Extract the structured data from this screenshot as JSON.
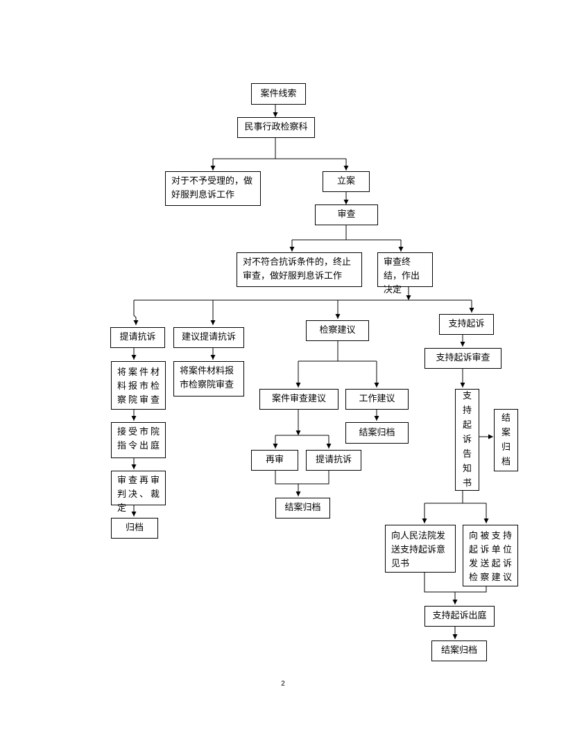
{
  "flowchart": {
    "case_clue": "案件线索",
    "civil_admin_section": "民事行政检察科",
    "not_accepted": "对于不予受理的，做好服判息诉工作",
    "file_case": "立案",
    "review": "审查",
    "not_meet_conditions": "对不符合抗诉条件的，终止审查，做好服判息诉工作",
    "review_concluded": "审查终结，作出决定",
    "request_protest": "提请抗诉",
    "suggest_request_protest": "建议提请抗诉",
    "procuratorial_suggestion": "检察建议",
    "support_prosecution": "支持起诉",
    "submit_materials_1": "将案件材料报市检察院审查",
    "submit_materials_2": "将案件材料报市检察院审查",
    "accept_city_instruction": "接受市院指令出庭",
    "retrial_judgment": "审查再审判决、裁定",
    "archive": "归档",
    "case_review_suggestion": "案件审查建议",
    "work_suggestion": "工作建议",
    "close_archive_work": "结案归档",
    "retrial": "再审",
    "request_protest_2": "提请抗诉",
    "close_archive_mid": "结案归档",
    "support_prosecution_review": "支持起诉审查",
    "support_notice": "支持起诉告知书",
    "close_archive_side": "结案归档",
    "send_opinion_to_court": "向人民法院发送支持起诉意见书",
    "send_suggestion_to_unit": "向被支持起诉单位发送起诉检察建议",
    "support_in_court": "支持起诉出庭",
    "close_archive_final": "结案归档"
  },
  "page_number": "2"
}
